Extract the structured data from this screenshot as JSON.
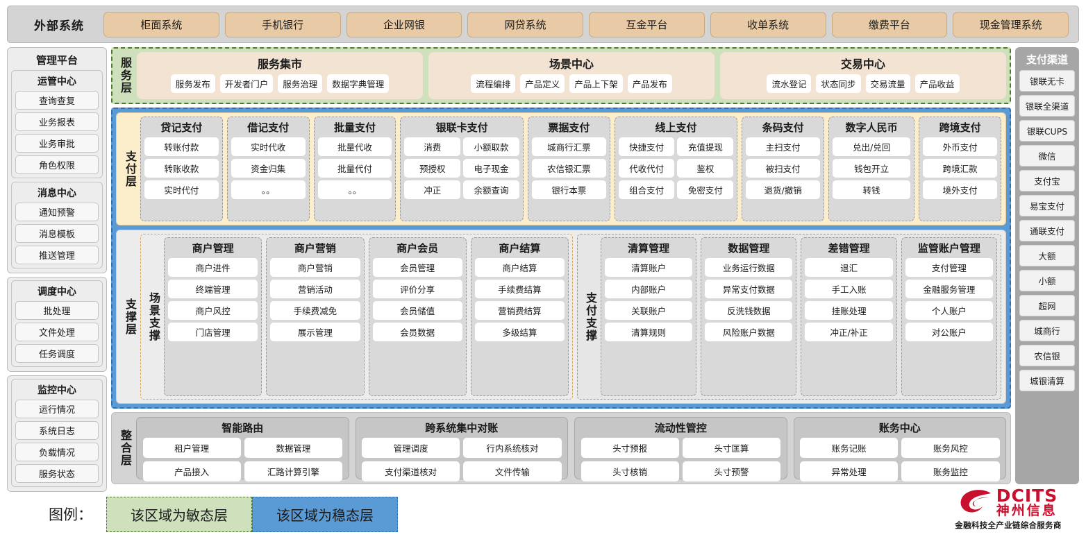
{
  "external": {
    "title": "外部系统",
    "items": [
      "柜面系统",
      "手机银行",
      "企业网银",
      "网贷系统",
      "互金平台",
      "收单系统",
      "缴费平台",
      "现金管理系统"
    ]
  },
  "management": {
    "title": "管理平台",
    "boxes": [
      {
        "groups": [
          {
            "title": "运管中心",
            "items": [
              "查询查复",
              "业务报表",
              "业务审批",
              "角色权限"
            ]
          },
          {
            "title": "消息中心",
            "items": [
              "通知预警",
              "消息模板",
              "推送管理"
            ]
          }
        ]
      },
      {
        "groups": [
          {
            "title": "调度中心",
            "items": [
              "批处理",
              "文件处理",
              "任务调度"
            ]
          }
        ]
      },
      {
        "groups": [
          {
            "title": "监控中心",
            "items": [
              "运行情况",
              "系统日志",
              "负载情况",
              "服务状态"
            ]
          }
        ]
      }
    ]
  },
  "service_layer": {
    "label": "服务层",
    "groups": [
      {
        "title": "服务集市",
        "items": [
          "服务发布",
          "开发者门户",
          "服务治理",
          "数据字典管理"
        ]
      },
      {
        "title": "场景中心",
        "items": [
          "流程编排",
          "产品定义",
          "产品上下架",
          "产品发布"
        ]
      },
      {
        "title": "交易中心",
        "items": [
          "流水登记",
          "状态同步",
          "交易流量",
          "产品收益"
        ]
      }
    ]
  },
  "payment_layer": {
    "label": "支付层",
    "groups": [
      {
        "title": "贷记支付",
        "cols": 1,
        "items": [
          "转账付款",
          "转账收款",
          "实时代付"
        ]
      },
      {
        "title": "借记支付",
        "cols": 1,
        "items": [
          "实时代收",
          "资金归集",
          "。。"
        ]
      },
      {
        "title": "批量支付",
        "cols": 1,
        "items": [
          "批量代收",
          "批量代付",
          "。。"
        ]
      },
      {
        "title": "银联卡支付",
        "cols": 2,
        "items": [
          "消费",
          "小额取款",
          "预授权",
          "电子现金",
          "冲正",
          "余额查询"
        ]
      },
      {
        "title": "票据支付",
        "cols": 1,
        "items": [
          "城商行汇票",
          "农信银汇票",
          "银行本票"
        ]
      },
      {
        "title": "线上支付",
        "cols": 2,
        "items": [
          "快捷支付",
          "充值提现",
          "代收代付",
          "鉴权",
          "组合支付",
          "免密支付"
        ]
      },
      {
        "title": "条码支付",
        "cols": 1,
        "items": [
          "主扫支付",
          "被扫支付",
          "退货/撤销"
        ]
      },
      {
        "title": "数字人民币",
        "cols": 1,
        "items": [
          "兑出/兑回",
          "钱包开立",
          "转钱"
        ]
      },
      {
        "title": "跨境支付",
        "cols": 1,
        "items": [
          "外币支付",
          "跨境汇款",
          "境外支付"
        ]
      }
    ]
  },
  "support_layer": {
    "label": "支撑层",
    "panels": [
      {
        "label": "场景支撑",
        "groups": [
          {
            "title": "商户管理",
            "items": [
              "商户进件",
              "终端管理",
              "商户风控",
              "门店管理"
            ]
          },
          {
            "title": "商户营销",
            "items": [
              "商户营销",
              "营销活动",
              "手续费减免",
              "展示管理"
            ]
          },
          {
            "title": "商户会员",
            "items": [
              "会员管理",
              "评价分享",
              "会员储值",
              "会员数据"
            ]
          },
          {
            "title": "商户结算",
            "items": [
              "商户结算",
              "手续费结算",
              "营销费结算",
              "多级结算"
            ]
          }
        ]
      },
      {
        "label": "支付支撑",
        "groups": [
          {
            "title": "清算管理",
            "items": [
              "清算账户",
              "内部账户",
              "关联账户",
              "清算规则"
            ]
          },
          {
            "title": "数据管理",
            "items": [
              "业务运行数据",
              "异常支付数据",
              "反洗钱数据",
              "风险账户数据"
            ]
          },
          {
            "title": "差错管理",
            "items": [
              "退汇",
              "手工入账",
              "挂账处理",
              "冲正/补正"
            ]
          },
          {
            "title": "监管账户管理",
            "items": [
              "支付管理",
              "金融服务管理",
              "个人账户",
              "对公账户"
            ]
          }
        ]
      }
    ]
  },
  "integration_layer": {
    "label": "整合层",
    "groups": [
      {
        "title": "智能路由",
        "items": [
          "租户管理",
          "数据管理",
          "产品接入",
          "汇路计算引擎"
        ]
      },
      {
        "title": "跨系统集中对账",
        "items": [
          "管理调度",
          "行内系统核对",
          "支付渠道核对",
          "文件传输"
        ]
      },
      {
        "title": "流动性管控",
        "items": [
          "头寸预报",
          "头寸匡算",
          "头寸核销",
          "头寸预警"
        ]
      },
      {
        "title": "账务中心",
        "items": [
          "账务记账",
          "账务风控",
          "异常处理",
          "账务监控"
        ]
      }
    ]
  },
  "channels": {
    "title": "支付渠道",
    "items": [
      "银联无卡",
      "银联全渠道",
      "银联CUPS",
      "微信",
      "支付宝",
      "易宝支付",
      "通联支付",
      "大额",
      "小额",
      "超网",
      "城商行",
      "农信银",
      "城银清算"
    ]
  },
  "legend": {
    "label": "图例：",
    "agile": "该区域为敏态层",
    "stable": "该区域为稳态层"
  },
  "logo": {
    "en": "DCITS",
    "cn": "神州信息",
    "tagline": "金融科技全产业链综合服务商"
  },
  "colors": {
    "external_item": "#e8cba6",
    "agile_green": "#cfe0bd",
    "stable_blue": "#5b9bd5",
    "payment_cream": "#fdeecb",
    "brand_red": "#c8102e"
  }
}
